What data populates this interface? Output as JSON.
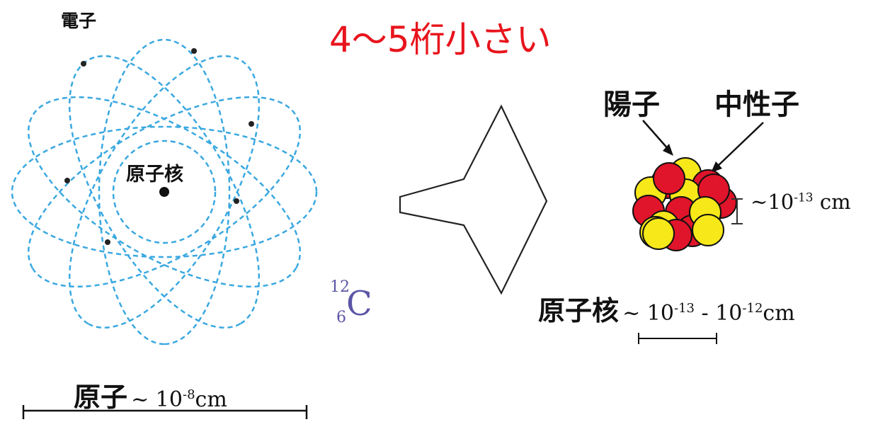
{
  "colors": {
    "orbit": "#3aa8e0",
    "headline": "#e8141c",
    "proton": "#e0142a",
    "neutron": "#f7e81a",
    "isotope": "#5b55a6"
  },
  "labels": {
    "electron": "電子",
    "headline": "4〜5桁小さい",
    "nucleus_center": "原子核",
    "proton": "陽子",
    "neutron": "中性子",
    "nucleus_size_prefix": "原子核",
    "nucleus_size_tilde": "~",
    "nucleus_size_base1": "10",
    "nucleus_size_exp1": "-13",
    "nucleus_size_dash": "-",
    "nucleus_size_base2": "10",
    "nucleus_size_exp2": "-12",
    "nucleus_size_unit": "cm",
    "particle_size_tilde": "~",
    "particle_size_base": "10",
    "particle_size_exp": "-13",
    "particle_size_unit": "cm",
    "atom_size_prefix": "原子",
    "atom_size_tilde": "~",
    "atom_size_base": "10",
    "atom_size_exp": "-8",
    "atom_size_unit": "cm",
    "isotope_mass": "12",
    "isotope_number": "6",
    "isotope_symbol": "C"
  }
}
